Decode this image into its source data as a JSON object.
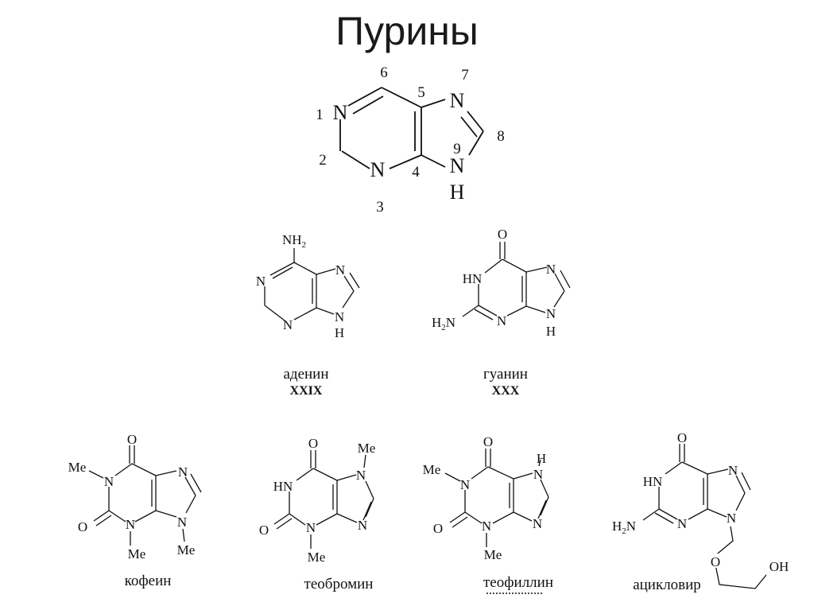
{
  "title": "Пурины",
  "purine": {
    "atoms": {
      "N1": "N",
      "N3": "N",
      "N7": "N",
      "N9": "N",
      "H9": "H"
    },
    "numbers": [
      "1",
      "2",
      "3",
      "4",
      "5",
      "6",
      "7",
      "8",
      "9"
    ]
  },
  "compounds": [
    {
      "id": "adenine",
      "name": "аденин",
      "code": "XXIX",
      "labels": {
        "nh2": "NH",
        "nh2_sub": "2",
        "n1": "N",
        "n3": "N",
        "n7": "N",
        "n9": "N",
        "h9": "H"
      }
    },
    {
      "id": "guanine",
      "name": "гуанин",
      "code": "XXX",
      "labels": {
        "o": "O",
        "hn": "HN",
        "h2n": "H",
        "h2n_sub": "2",
        "h2n_n": "N",
        "n3": "N",
        "n7": "N",
        "n9": "N",
        "h9": "H"
      }
    },
    {
      "id": "caffeine",
      "name": "кофеин",
      "labels": {
        "o6": "O",
        "o2": "O",
        "me1": "Me",
        "n1": "N",
        "n3": "N",
        "me3": "Me",
        "n7": "N",
        "n9": "N",
        "me9": "Me"
      }
    },
    {
      "id": "theobromine",
      "name": "теобромин",
      "labels": {
        "o6": "O",
        "o2": "O",
        "hn": "HN",
        "n3": "N",
        "me3": "Me",
        "n7": "N",
        "me7": "Me",
        "n9": "N"
      }
    },
    {
      "id": "theophylline",
      "name": "теофиллин",
      "labels": {
        "o6": "O",
        "o2": "O",
        "me1": "Me",
        "n1": "N",
        "n3": "N",
        "me3": "Me",
        "n7": "N",
        "h7": "H",
        "n9": "N"
      }
    },
    {
      "id": "acyclovir",
      "name": "ацикловир",
      "labels": {
        "o6": "O",
        "hn": "HN",
        "h2n": "H",
        "h2n_sub": "2",
        "h2n_n": "N",
        "n3": "N",
        "n7": "N",
        "n9": "N",
        "o_ether": "O",
        "oh": "OH"
      }
    }
  ]
}
